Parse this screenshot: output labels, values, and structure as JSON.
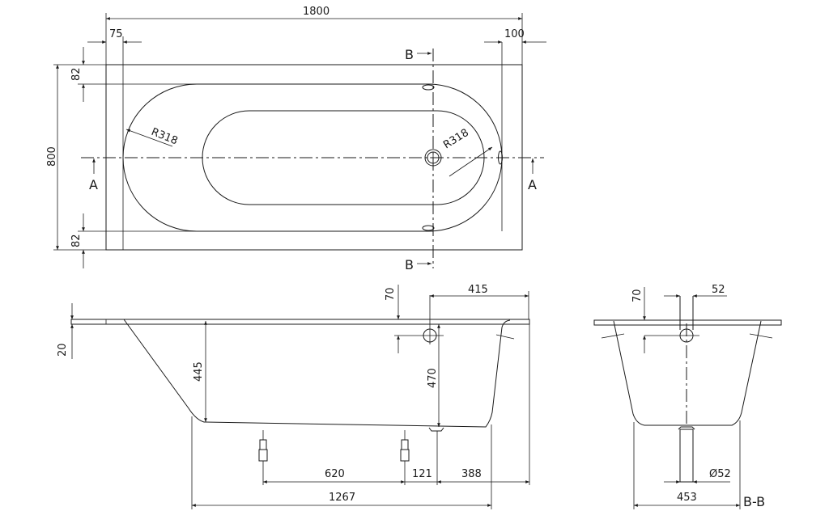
{
  "top_view": {
    "length": "1800",
    "width": "800",
    "left_offset": "75",
    "right_offset": "100",
    "rim_top": "82",
    "rim_bottom": "82",
    "radius_left": "R318",
    "radius_right": "R318",
    "section_a_left": "A",
    "section_a_right": "A",
    "section_b_top": "B",
    "section_b_bottom": "B"
  },
  "side_view": {
    "rim_thickness": "20",
    "depth_left": "445",
    "depth_drain": "470",
    "overflow_height": "70",
    "drain_to_end": "415",
    "feet_spacing": "620",
    "foot_to_drain": "121",
    "drain_to_end_bottom": "388",
    "bottom_length": "1267"
  },
  "section_view": {
    "overflow_height": "70",
    "overflow_diameter": "52",
    "waste_diameter": "Ø52",
    "bottom_width": "453",
    "label": "B-B"
  }
}
